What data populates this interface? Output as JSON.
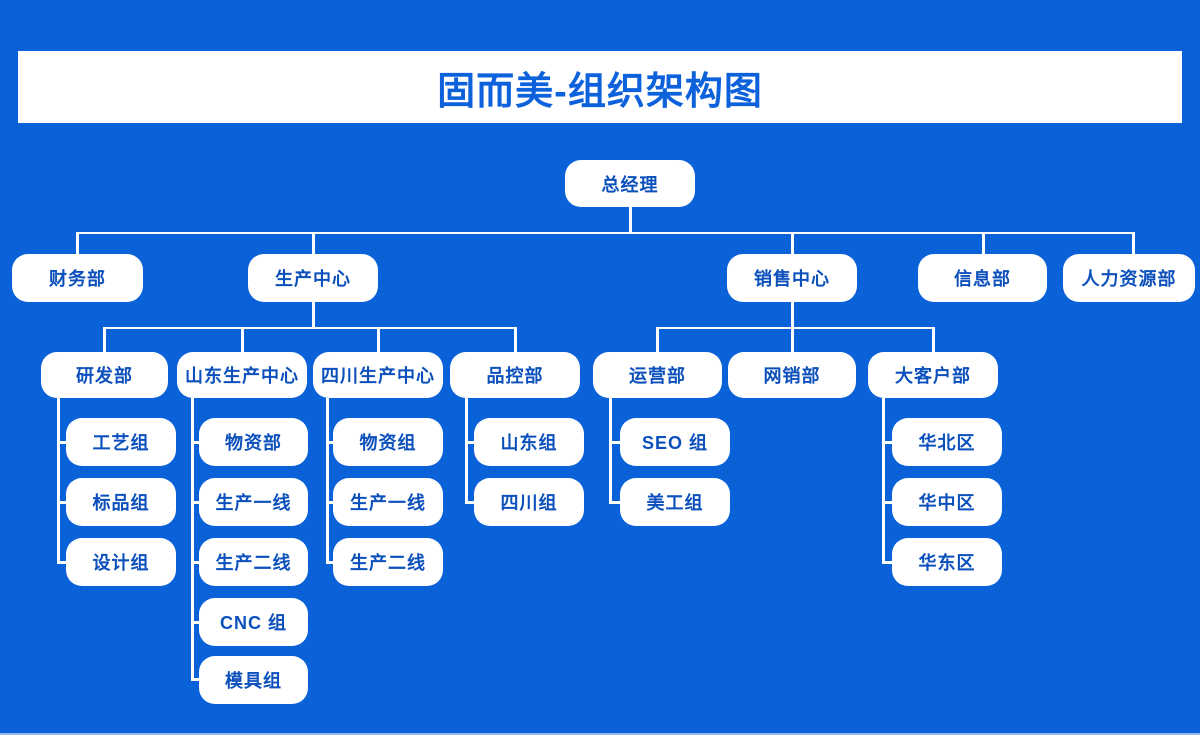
{
  "title": "固而美-组织架构图",
  "colors": {
    "background": "#0b62d8",
    "banner_background": "#ffffff",
    "node_background": "#ffffff",
    "node_text": "#0c50bc",
    "title_text": "#0d62dc",
    "connector": "#ffffff"
  },
  "org": {
    "root": {
      "label": "总经理"
    },
    "level2": [
      {
        "label": "财务部"
      },
      {
        "label": "生产中心"
      },
      {
        "label": "销售中心"
      },
      {
        "label": "信息部"
      },
      {
        "label": "人力资源部"
      }
    ],
    "production_center": {
      "departments": [
        {
          "label": "研发部",
          "children": [
            "工艺组",
            "标品组",
            "设计组"
          ]
        },
        {
          "label": "山东生产中心",
          "children": [
            "物资部",
            "生产一线",
            "生产二线",
            "CNC 组",
            "模具组"
          ]
        },
        {
          "label": "四川生产中心",
          "children": [
            "物资组",
            "生产一线",
            "生产二线"
          ]
        },
        {
          "label": "品控部",
          "children": [
            "山东组",
            "四川组"
          ]
        }
      ]
    },
    "sales_center": {
      "departments": [
        {
          "label": "运营部",
          "children": [
            "SEO 组",
            "美工组"
          ]
        },
        {
          "label": "网销部",
          "children": []
        },
        {
          "label": "大客户部",
          "children": [
            "华北区",
            "华中区",
            "华东区"
          ]
        }
      ]
    }
  }
}
